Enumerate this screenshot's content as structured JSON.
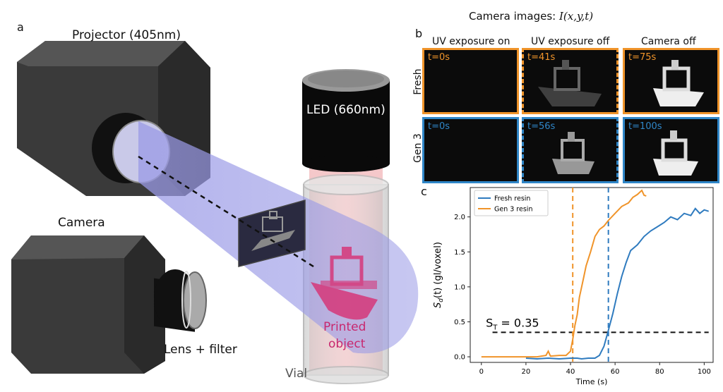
{
  "panels": {
    "a": "a",
    "b": "b",
    "c": "c"
  },
  "labels": {
    "projector": "Projector (405nm)",
    "led": "LED (660nm)",
    "camera": "Camera",
    "lens": "Lens + filter",
    "vial": "Vial",
    "printed_line1": "Printed",
    "printed_line2": "object"
  },
  "camera_images": {
    "title_prefix": "Camera images: ",
    "title_formula": "I(x,y,t)",
    "columns": [
      "UV exposure on",
      "UV exposure off",
      "Camera off"
    ],
    "rows": [
      {
        "name": "Fresh",
        "times": [
          "t=0s",
          "t=41s",
          "t=75s"
        ]
      },
      {
        "name": "Gen 3",
        "times": [
          "t=0s",
          "t=56s",
          "t=100s"
        ]
      }
    ]
  },
  "colors": {
    "fresh": "#2f7bbf",
    "gen3": "#f0942a",
    "uv_beam": "#8888e0",
    "led_beam": "#f2b5b8",
    "printed": "#d6387a"
  },
  "chart_data": {
    "type": "line",
    "xlabel": "Time (s)",
    "ylabel_main": "S",
    "ylabel_sub": "d",
    "ylabel_rest": "(t) (gl/voxel)",
    "xlim": [
      -5,
      104
    ],
    "ylim": [
      -0.08,
      2.42
    ],
    "xticks": [
      0,
      20,
      40,
      60,
      80,
      100
    ],
    "yticks": [
      0.0,
      0.5,
      1.0,
      1.5,
      2.0
    ],
    "legend_position": "top-left",
    "series": [
      {
        "name": "Fresh resin",
        "color": "#2f7bbf",
        "points": [
          [
            20,
            -0.02
          ],
          [
            25,
            -0.03
          ],
          [
            30,
            -0.02
          ],
          [
            35,
            -0.03
          ],
          [
            40,
            -0.02
          ],
          [
            43,
            -0.02
          ],
          [
            45,
            -0.03
          ],
          [
            48,
            -0.02
          ],
          [
            51,
            -0.02
          ],
          [
            53,
            0.02
          ],
          [
            55,
            0.15
          ],
          [
            57,
            0.38
          ],
          [
            59,
            0.62
          ],
          [
            61,
            0.9
          ],
          [
            63,
            1.15
          ],
          [
            65,
            1.35
          ],
          [
            67,
            1.52
          ],
          [
            70,
            1.6
          ],
          [
            73,
            1.72
          ],
          [
            76,
            1.8
          ],
          [
            79,
            1.86
          ],
          [
            82,
            1.92
          ],
          [
            85,
            2.0
          ],
          [
            88,
            1.96
          ],
          [
            91,
            2.05
          ],
          [
            94,
            2.02
          ],
          [
            96,
            2.12
          ],
          [
            98,
            2.05
          ],
          [
            100,
            2.1
          ],
          [
            102,
            2.08
          ]
        ]
      },
      {
        "name": "Gen 3 resin",
        "color": "#f0942a",
        "points": [
          [
            0,
            0.0
          ],
          [
            10,
            0.0
          ],
          [
            20,
            0.0
          ],
          [
            25,
            0.0
          ],
          [
            29,
            0.02
          ],
          [
            30,
            0.08
          ],
          [
            31,
            0.01
          ],
          [
            35,
            0.02
          ],
          [
            38,
            0.02
          ],
          [
            40,
            0.08
          ],
          [
            41,
            0.25
          ],
          [
            42,
            0.45
          ],
          [
            43,
            0.6
          ],
          [
            44,
            0.85
          ],
          [
            45,
            1.0
          ],
          [
            46,
            1.15
          ],
          [
            47,
            1.3
          ],
          [
            49,
            1.5
          ],
          [
            51,
            1.72
          ],
          [
            53,
            1.82
          ],
          [
            55,
            1.87
          ],
          [
            57,
            1.95
          ],
          [
            60,
            2.05
          ],
          [
            63,
            2.15
          ],
          [
            66,
            2.2
          ],
          [
            68,
            2.28
          ],
          [
            70,
            2.32
          ],
          [
            72,
            2.38
          ],
          [
            73,
            2.31
          ],
          [
            74,
            2.3
          ]
        ]
      }
    ],
    "vlines": [
      {
        "x": 41,
        "color": "#f0942a"
      },
      {
        "x": 57,
        "color": "#2f7bbf"
      }
    ],
    "threshold": {
      "y": 0.35,
      "label_main": "S",
      "label_sub": "T",
      "label_rest": " = 0.35"
    }
  }
}
